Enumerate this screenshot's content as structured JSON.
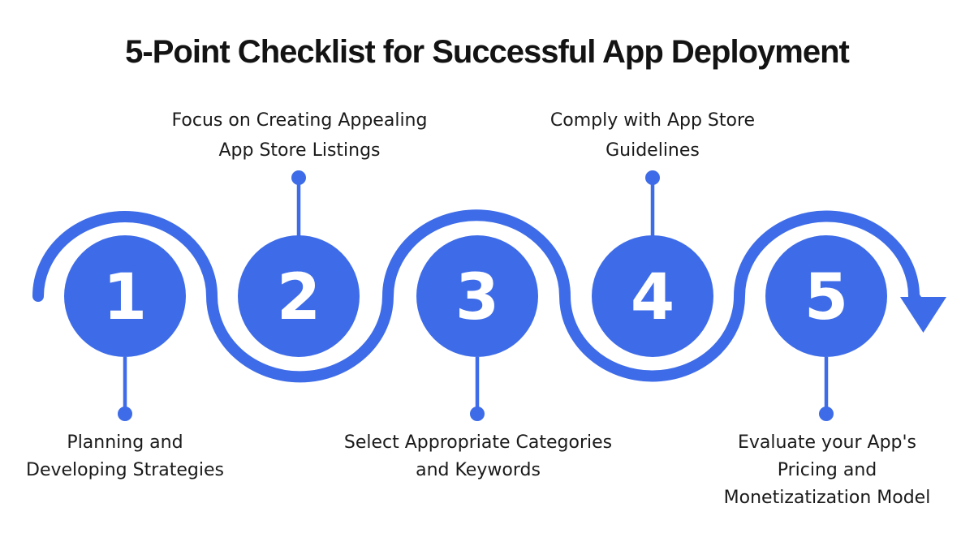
{
  "title": "5-Point Checklist for Successful App Deployment",
  "steps": [
    {
      "number": "1",
      "label_lines": [
        "Planning and",
        "Developing Strategies"
      ],
      "label_position": "below"
    },
    {
      "number": "2",
      "label_lines": [
        "Focus on Creating Appealing",
        "App Store Listings"
      ],
      "label_position": "above"
    },
    {
      "number": "3",
      "label_lines": [
        "Select Appropriate Categories",
        "and Keywords"
      ],
      "label_position": "below"
    },
    {
      "number": "4",
      "label_lines": [
        "Comply with App Store",
        "Guidelines"
      ],
      "label_position": "above"
    },
    {
      "number": "5",
      "label_lines": [
        "Evaluate your App's",
        "Pricing and",
        "Monetizatization Model"
      ],
      "label_position": "below"
    }
  ],
  "icons": {
    "flow_end": "arrow-down"
  },
  "colors": {
    "accent_blue": "#3E6CE8",
    "text_dark": "#131313",
    "label_text": "#1A1A1A",
    "number_text": "#FFFFFF",
    "background": "#FFFFFF"
  }
}
